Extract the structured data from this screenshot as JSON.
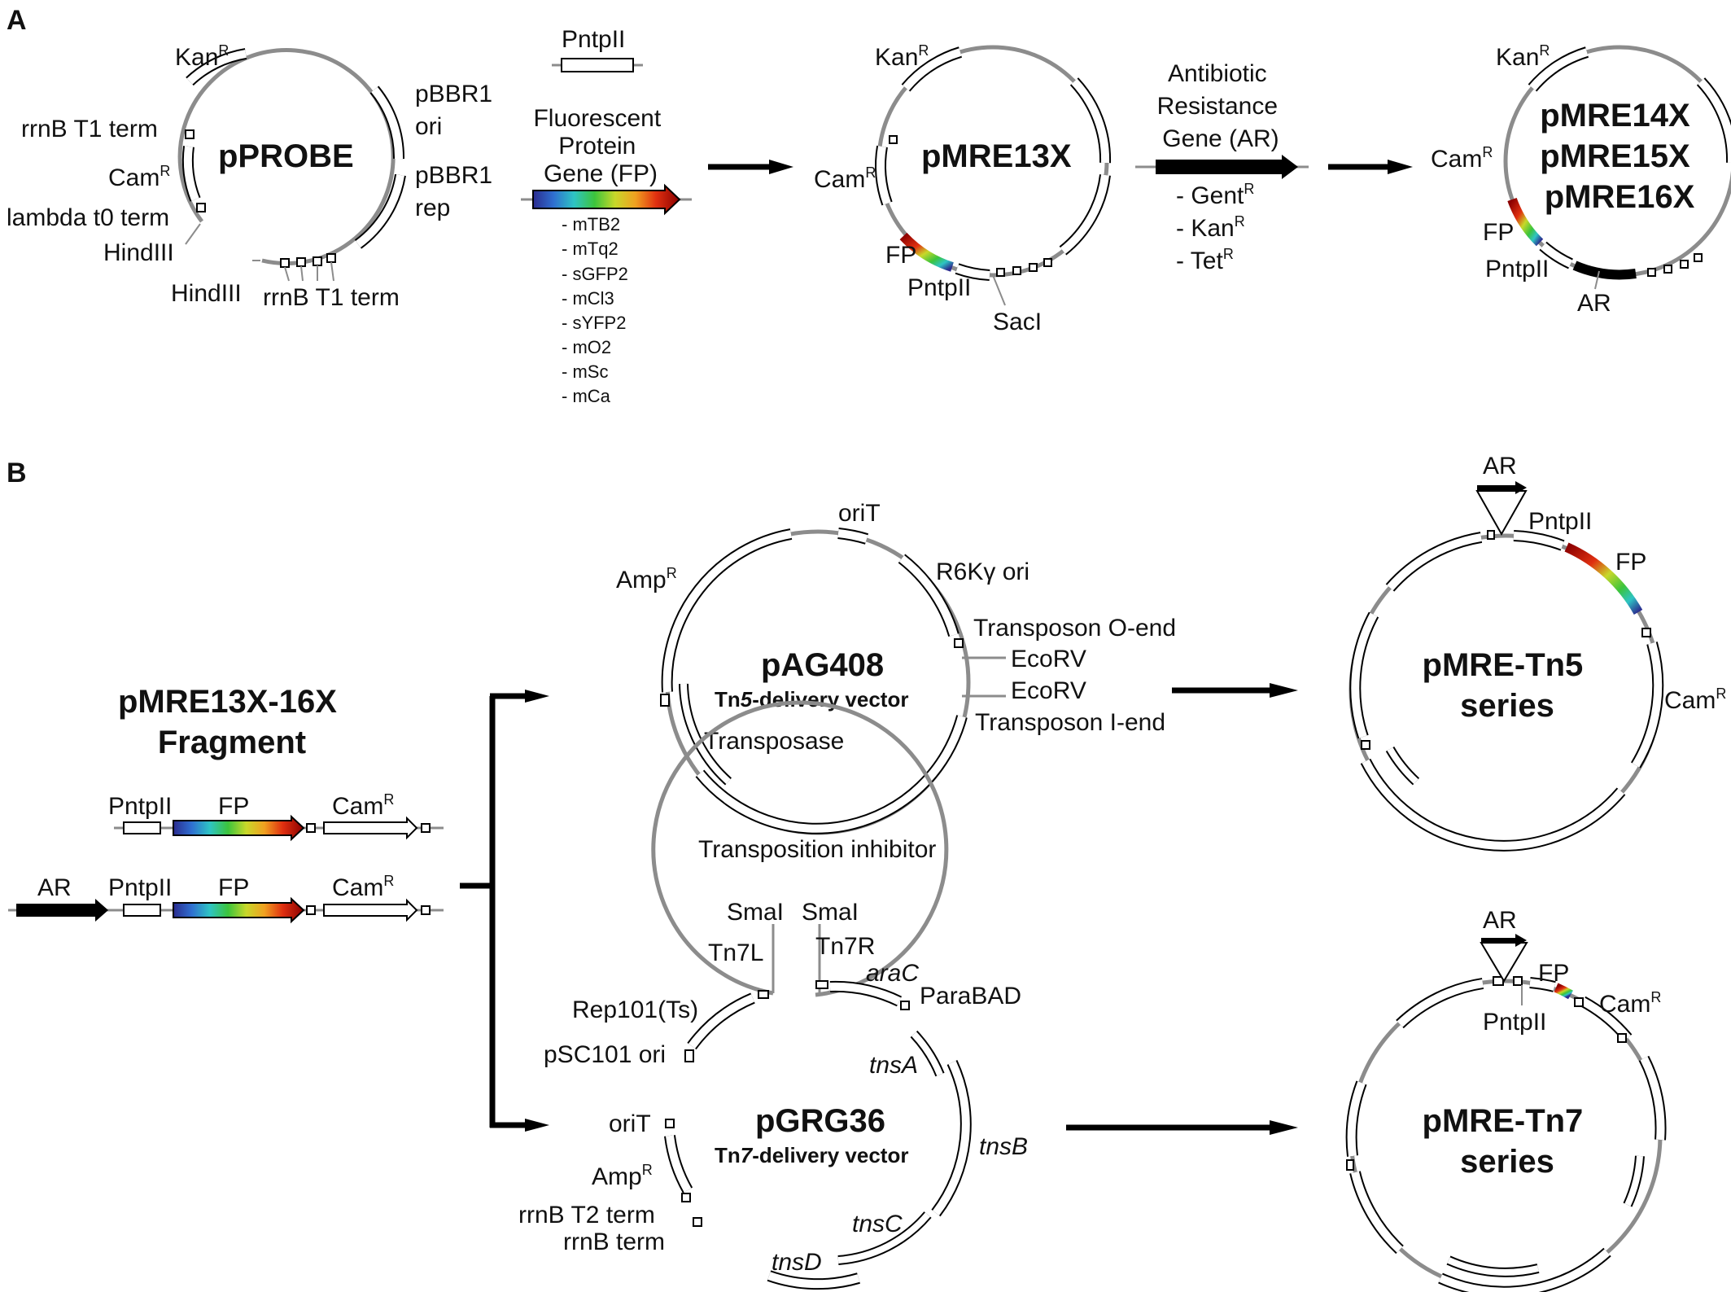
{
  "panels": {
    "a": "A",
    "b": "B"
  },
  "colors": {
    "backbone": "#8c8c8c",
    "fp_gradient": [
      "#2b2b8f",
      "#2f6fd0",
      "#2ec4c4",
      "#3cc43c",
      "#c8d82a",
      "#f0a020",
      "#e03010",
      "#8b0000"
    ],
    "arrow": "#000000"
  },
  "panel_a": {
    "pprobe": {
      "name": "pPROBE",
      "kan": "Kan",
      "kan_sup": "R",
      "rrnb_t1_top": "rrnB T1 term",
      "cam": "Cam",
      "cam_sup": "R",
      "lambda": "lambda t0 term",
      "hindiii_1": "HindIII",
      "hindiii_2": "HindIII",
      "rrnb_t1_bottom": "rrnB T1 term",
      "pbbr1_ori": [
        "pBBR1",
        "ori"
      ],
      "pbbr1_rep": [
        "pBBR1",
        "rep"
      ]
    },
    "pntpii_top": "PntpII",
    "fp_title": [
      "Fluorescent",
      "Protein",
      "Gene (FP)"
    ],
    "fp_variants": [
      "- mTB2",
      "- mTq2",
      "- sGFP2",
      "- mCl3",
      "- sYFP2",
      "- mO2",
      "- mSc",
      "- mCa"
    ],
    "pmre13x": {
      "name": "pMRE13X",
      "kan": "Kan",
      "kan_sup": "R",
      "cam": "Cam",
      "cam_sup": "R",
      "fp": "FP",
      "pntpii": "PntpII",
      "saci": "SacI"
    },
    "ar_title": [
      "Antibiotic",
      "Resistance",
      "Gene (AR)"
    ],
    "ar_options": [
      {
        "text": "- Gent",
        "sup": "R"
      },
      {
        "text": "- Kan",
        "sup": "R"
      },
      {
        "text": "- Tet",
        "sup": "R"
      }
    ],
    "pmre14": {
      "names": [
        "pMRE14X",
        "pMRE15X",
        "pMRE16X"
      ],
      "kan": "Kan",
      "kan_sup": "R",
      "cam": "Cam",
      "cam_sup": "R",
      "fp": "FP",
      "pntpii": "PntpII",
      "ar": "AR"
    }
  },
  "panel_b": {
    "fragment_title": [
      "pMRE13X-16X",
      "Fragment"
    ],
    "frag1": {
      "pntpii": "PntpII",
      "fp": "FP",
      "cam": "Cam",
      "cam_sup": "R"
    },
    "frag2": {
      "ar": "AR",
      "pntpii": "PntpII",
      "fp": "FP",
      "cam": "Cam",
      "cam_sup": "R"
    },
    "pag408": {
      "name": "pAG408",
      "sub_pre": "Tn",
      "sub_num": "5",
      "sub_post": "-delivery vector",
      "orit": "oriT",
      "r6k": "R6Kγ ori",
      "amp": "Amp",
      "amp_sup": "R",
      "o_end": "Transposon O-end",
      "ecorv_1": "EcoRV",
      "ecorv_2": "EcoRV",
      "i_end": "Transposon I-end",
      "transposase": "Transposase",
      "inhibitor": "Transposition inhibitor"
    },
    "tn5": {
      "name": [
        "pMRE-Tn5",
        "series"
      ],
      "ar": "AR",
      "pntpii": "PntpII",
      "fp": "FP",
      "cam": "Cam",
      "cam_sup": "R"
    },
    "pgrg36": {
      "name": "pGRG36",
      "sub_pre": "Tn",
      "sub_num": "7",
      "sub_post": "-delivery vector",
      "smai_1": "SmaI",
      "smai_2": "SmaI",
      "tn7l": "Tn7L",
      "tn7r": "Tn7R",
      "arac": "araC",
      "parabad": "ParaBAD",
      "rep101": "Rep101(Ts)",
      "psc101": "pSC101 ori",
      "orit": "oriT",
      "amp": "Amp",
      "amp_sup": "R",
      "rrnb_t2": "rrnB T2 term",
      "rrnb": "rrnB term",
      "tnsa": "tnsA",
      "tnsb": "tnsB",
      "tnsc": "tnsC",
      "tnsd": "tnsD"
    },
    "tn7": {
      "name": [
        "pMRE-Tn7",
        "series"
      ],
      "ar": "AR",
      "fp": "FP",
      "pntpii": "PntpII",
      "cam": "Cam",
      "cam_sup": "R"
    }
  }
}
